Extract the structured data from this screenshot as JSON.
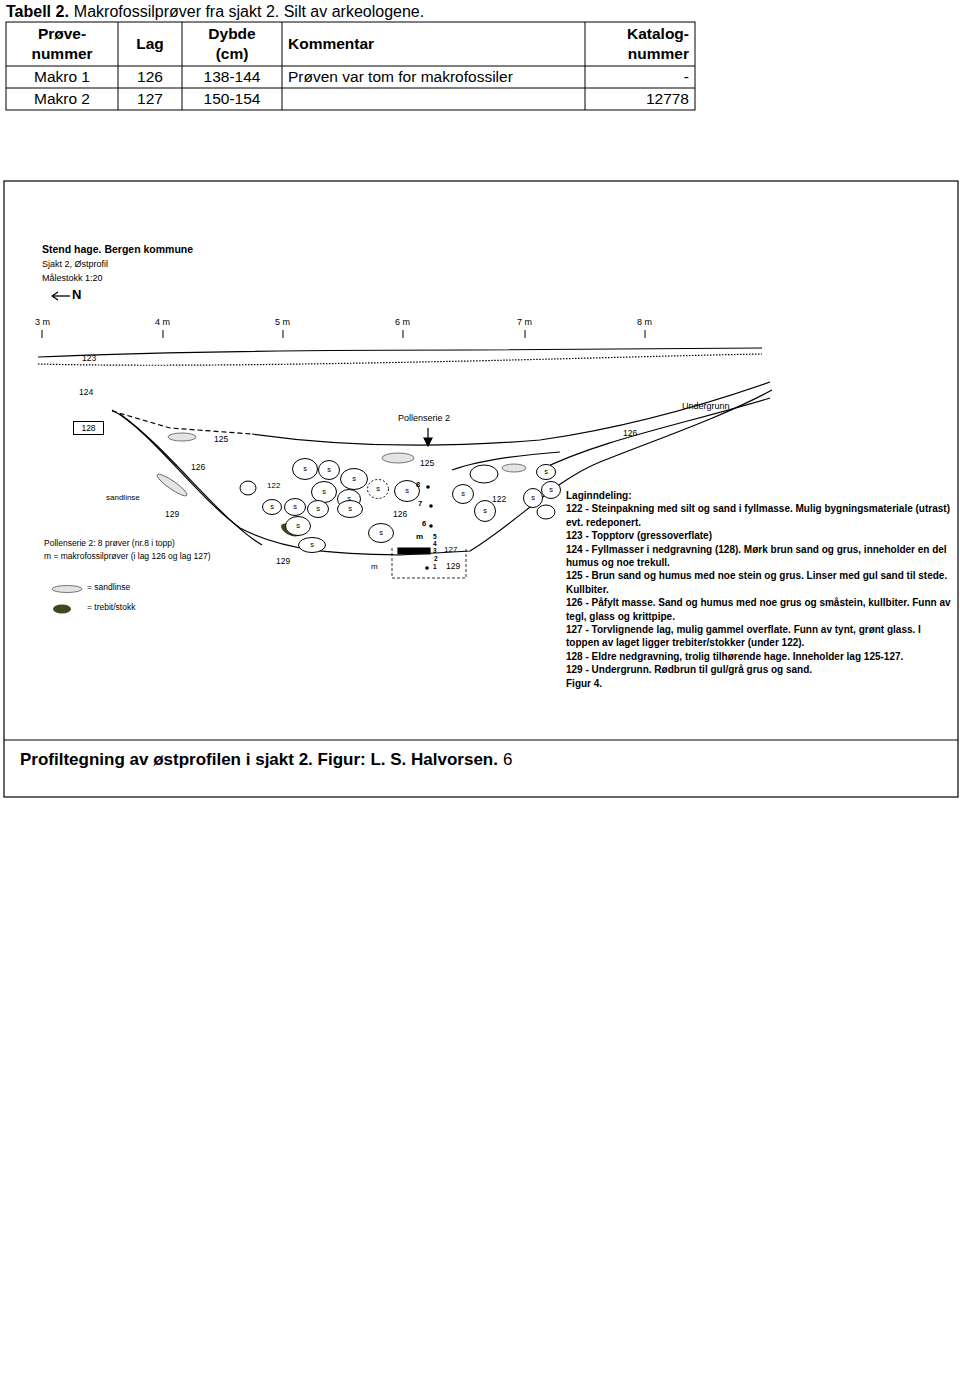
{
  "diagram": {
    "nodes": [
      {
        "text": [
          "128"
        ]
      },
      {
        "text": [
          "s"
        ]
      },
      {
        "text": [
          "s"
        ]
      },
      {
        "text": [
          "s"
        ]
      },
      {
        "text": [
          "s"
        ]
      },
      {
        "text": [
          "s"
        ]
      },
      {
        "text": [
          "s"
        ]
      },
      {
        "text": [
          "s"
        ]
      },
      {
        "text": [
          "s"
        ]
      },
      {
        "text": [
          "s"
        ]
      },
      {
        "text": [
          "s"
        ]
      },
      {
        "text": [
          "s"
        ]
      },
      {
        "text": [
          "s"
        ]
      },
      {
        "text": [
          "s"
        ]
      },
      {
        "text": [
          "s"
        ]
      },
      {
        "text": [
          "s"
        ]
      },
      {
        "text": [
          "s"
        ]
      },
      {
        "text": [
          "s"
        ]
      },
      {
        "text": [
          "s"
        ]
      },
      {
        "text": [
          "s"
        ]
      }
    ],
    "labels": [
      "Tabell 2.",
      "Makrofossilprøver fra sjakt 2. Silt av arkeologene.",
      "Prøve- nummer",
      "Lag",
      "Dybde (cm)",
      "Kommentar",
      "Katalog- nummer",
      "Makro 1",
      "126",
      "138-144",
      "Prøven var tom for makrofossiler",
      "-",
      "Makro 2",
      "127",
      "150-154",
      "12778",
      "Stend hage. Bergen kommune",
      "Sjakt 2, Østprofil",
      "Målestokk 1:20",
      "N",
      "3 m",
      "4 m",
      "5 m",
      "6 m",
      "7 m",
      "8 m",
      "123",
      "124",
      "Pollenserie 2",
      "Undergrunn",
      "126",
      "125",
      "126",
      "125",
      "sandlinse",
      "122",
      "129",
      "126",
      "122",
      "8",
      "7",
      "6",
      "5",
      "4",
      "3",
      "2",
      "1",
      "m",
      "127",
      "129",
      "129",
      "m",
      "Pollenserie 2: 8 prøver (nr.8 i topp)",
      "m = makrofossilprøver (i lag 126 og lag 127)",
      "Laginndeling:",
      "122 - Steinpakning med silt og sand i fyllmasse. Mulig bygningsmateriale (utrast) evt. redeponert.",
      "123 - Topptorv (gressoverflate)",
      "124 - Fyllmasser i nedgravning (128). Mørk brun sand og grus, inneholder en del humus og noe trekull.",
      "125 - Brun sand og humus med noe stein og grus. Linser med gul sand til stede. Kullbiter.",
      "126 - Påfylt masse. Sand og humus med noe grus og småstein, kullbiter. Funn av tegl, glass og krittpipe.",
      "127 - Torvlignende lag, mulig gammel overflate. Funn av tynt, grønt glass. I toppen av laget ligger trebiter/stokker (under 122).",
      "128 - Eldre nedgravning, trolig tilhørende hage. Inneholder lag 125-127.",
      "129 - Undergrunn. Rødbrun til gul/grå grus og sand.",
      "Figur 4.",
      "Profiltegning av østprofilen i sjakt 2. Figur: L. S. Halvorsen.",
      "6"
    ],
    "legend": [
      {
        "text": "= sandlinse"
      },
      {
        "text": "= trebit/stokk"
      }
    ]
  }
}
